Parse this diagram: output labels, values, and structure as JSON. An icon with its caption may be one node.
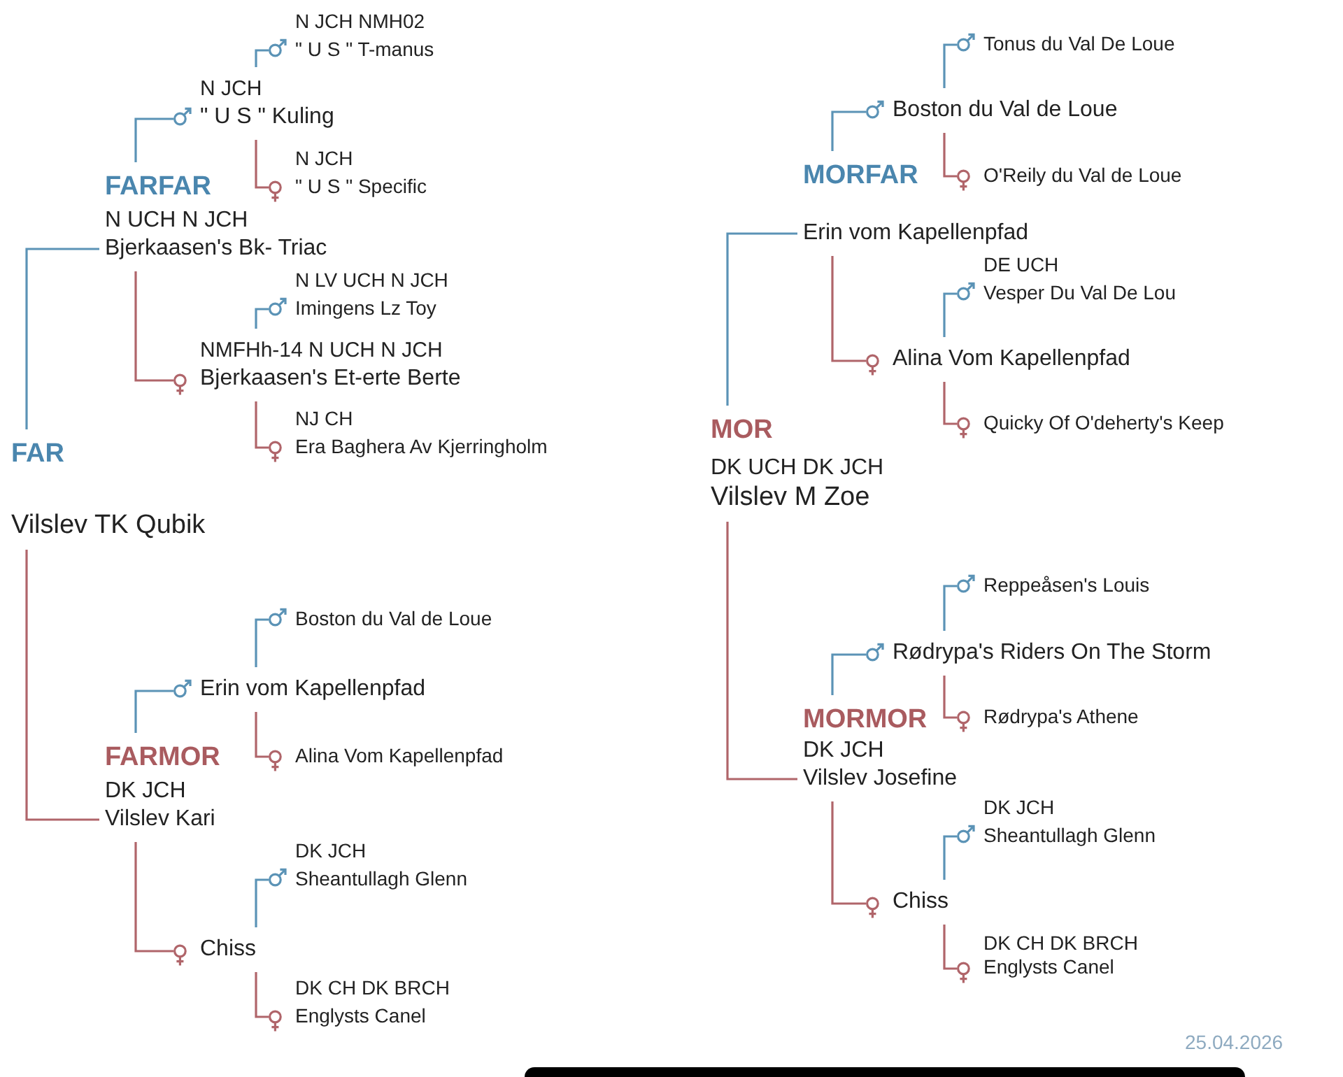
{
  "diagram": {
    "nodes": [
      {
        "text": [
          "FAR",
          "Vilslev TK Qubik"
        ]
      },
      {
        "text": [
          "FARFAR",
          "N UCH N JCH",
          "Bjerkaasen's Bk- Triac"
        ]
      },
      {
        "text": [
          "N JCH",
          "\" U S \" Kuling"
        ]
      },
      {
        "text": [
          "N JCH NMH02",
          "\" U S \" T-manus"
        ]
      },
      {
        "text": [
          "N JCH",
          "\" U S \" Specific"
        ]
      },
      {
        "text": [
          "NMFHh-14 N UCH N JCH",
          "Bjerkaasen's Et-erte Berte"
        ]
      },
      {
        "text": [
          "N LV UCH N JCH",
          "Imingens Lz Toy"
        ]
      },
      {
        "text": [
          "NJ CH",
          "Era Baghera Av Kjerringholm"
        ]
      },
      {
        "text": [
          "FARMOR",
          "DK JCH",
          "Vilslev Kari"
        ]
      },
      {
        "text": [
          "Erin vom Kapellenpfad"
        ]
      },
      {
        "text": [
          "Boston du Val de Loue"
        ]
      },
      {
        "text": [
          "Alina Vom Kapellenpfad"
        ]
      },
      {
        "text": [
          "Chiss"
        ]
      },
      {
        "text": [
          "DK JCH",
          "Sheantullagh Glenn"
        ]
      },
      {
        "text": [
          "DK CH DK BRCH",
          "Englysts Canel"
        ]
      },
      {
        "text": [
          "MOR",
          "DK UCH DK JCH",
          "Vilslev M Zoe"
        ]
      },
      {
        "text": [
          "MORFAR",
          "Erin vom Kapellenpfad"
        ]
      },
      {
        "text": [
          "Boston du Val de Loue"
        ]
      },
      {
        "text": [
          "Tonus du Val De Loue"
        ]
      },
      {
        "text": [
          "O'Reily du Val de Loue"
        ]
      },
      {
        "text": [
          "Alina Vom Kapellenpfad"
        ]
      },
      {
        "text": [
          "DE UCH",
          "Vesper Du Val De Lou"
        ]
      },
      {
        "text": [
          "Quicky Of O'deherty's Keep"
        ]
      },
      {
        "text": [
          "MORMOR",
          "DK JCH",
          "Vilslev Josefine"
        ]
      },
      {
        "text": [
          "Rødrypa's Riders On The Storm"
        ]
      },
      {
        "text": [
          "Reppeåsen's Louis"
        ]
      },
      {
        "text": [
          "Rødrypa's Athene"
        ]
      },
      {
        "text": [
          "Chiss"
        ]
      },
      {
        "text": [
          "DK JCH",
          "Sheantullagh Glenn"
        ]
      },
      {
        "text": [
          "DK CH DK BRCH",
          "Englysts Canel"
        ]
      }
    ],
    "edges": [
      {
        "from": 0,
        "to": 1,
        "arrow": "none"
      },
      {
        "from": 1,
        "to": 2,
        "arrow": "other"
      },
      {
        "from": 2,
        "to": 3,
        "arrow": "other"
      },
      {
        "from": 2,
        "to": 4,
        "arrow": "other",
        "color": "#b0656a"
      },
      {
        "from": 1,
        "to": 5,
        "arrow": "other",
        "color": "#b0656a"
      },
      {
        "from": 5,
        "to": 6,
        "arrow": "other"
      },
      {
        "from": 5,
        "to": 7,
        "arrow": "other",
        "color": "#b0656a"
      },
      {
        "from": 0,
        "to": 8,
        "arrow": "none",
        "color": "#b0656a"
      },
      {
        "from": 8,
        "to": 9,
        "arrow": "other"
      },
      {
        "from": 9,
        "to": 10,
        "arrow": "other"
      },
      {
        "from": 9,
        "to": 11,
        "arrow": "other",
        "color": "#b0656a"
      },
      {
        "from": 8,
        "to": 12,
        "arrow": "other",
        "color": "#b0656a"
      },
      {
        "from": 12,
        "to": 13,
        "arrow": "other"
      },
      {
        "from": 12,
        "to": 14,
        "arrow": "other",
        "color": "#b0656a"
      },
      {
        "from": 15,
        "to": 16,
        "arrow": "none"
      },
      {
        "from": 16,
        "to": 17,
        "arrow": "other"
      },
      {
        "from": 17,
        "to": 18,
        "arrow": "other"
      },
      {
        "from": 17,
        "to": 19,
        "arrow": "other",
        "color": "#b0656a"
      },
      {
        "from": 16,
        "to": 20,
        "arrow": "other",
        "color": "#b0656a"
      },
      {
        "from": 20,
        "to": 21,
        "arrow": "other"
      },
      {
        "from": 20,
        "to": 22,
        "arrow": "other",
        "color": "#b0656a"
      },
      {
        "from": 15,
        "to": 23,
        "arrow": "none",
        "color": "#b0656a"
      },
      {
        "from": 23,
        "to": 24,
        "arrow": "other"
      },
      {
        "from": 24,
        "to": 25,
        "arrow": "other"
      },
      {
        "from": 24,
        "to": 26,
        "arrow": "other",
        "color": "#b0656a"
      },
      {
        "from": 23,
        "to": 27,
        "arrow": "other",
        "color": "#b0656a"
      },
      {
        "from": 27,
        "to": 28,
        "arrow": "other"
      },
      {
        "from": 27,
        "to": 29,
        "arrow": "other",
        "color": "#b0656a"
      }
    ],
    "labels": [
      "25.04.2026"
    ]
  }
}
